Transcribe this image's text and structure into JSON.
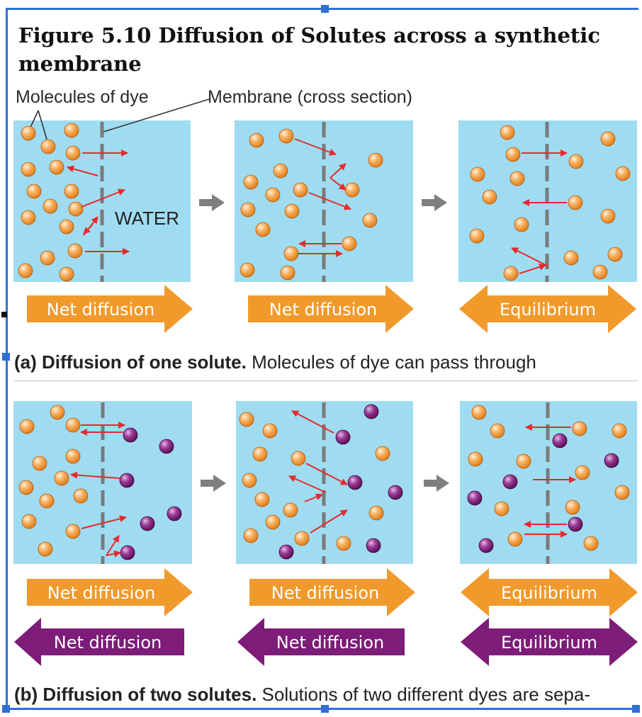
{
  "title": "Figure 5.10 Diffusion of Solutes across a synthetic membrane",
  "labels": {
    "molecules": "Molecules of dye",
    "membrane": "Membrane (cross section)",
    "water": "WATER"
  },
  "panel_a": {
    "arrows": [
      "Net diffusion",
      "Net diffusion",
      "Equilibrium"
    ],
    "caption_bold": "(a) Diffusion of one solute.",
    "caption_text": " Molecules of dye can pass through"
  },
  "panel_b": {
    "orange_arrows": [
      "Net diffusion",
      "Net diffusion",
      "Equilibrium"
    ],
    "purple_arrows": [
      "Net diffusion",
      "Net diffusion",
      "Equilibrium"
    ],
    "caption_bold": "(b) Diffusion of two solutes.",
    "caption_text": " Solutions of two different dyes are sepa-"
  },
  "colors": {
    "water": "#9fdcf2",
    "orange_dye": "#f6a54a",
    "purple_dye": "#8a2b86",
    "orange_arrow": "#f19a2c",
    "purple_arrow": "#7d1c79",
    "membrane": "#7a7a7a",
    "movement_arrow": "#e62a2a",
    "step_arrow": "#7f7f7f"
  }
}
